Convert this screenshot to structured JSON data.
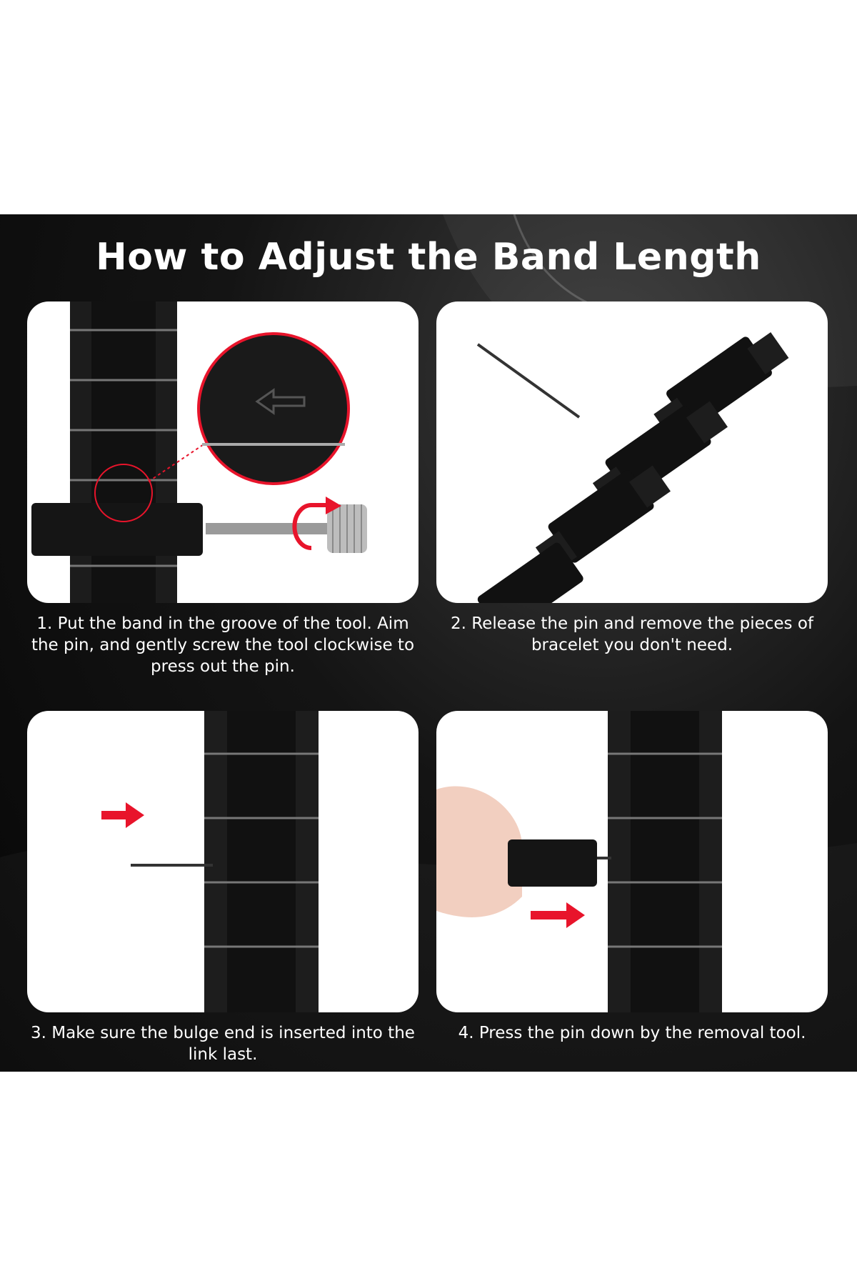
{
  "title": "How to Adjust the Band Length",
  "steps": [
    {
      "caption": "1. Put the band in the groove of the tool. Aim the pin, and gently screw the tool clockwise to press out the pin."
    },
    {
      "caption": "2. Release the pin and remove the pieces of bracelet you don't need."
    },
    {
      "caption": "3. Make sure the bulge end is inserted into the link last."
    },
    {
      "caption": "4. Press the pin down by the removal tool."
    }
  ],
  "colors": {
    "background": "#0b0b0b",
    "panel": "#ffffff",
    "accent_red": "#e8142b",
    "band": "#111111",
    "text": "#ffffff"
  },
  "icons": [
    "arrow-left-icon",
    "rotate-clockwise-icon",
    "arrow-right-icon"
  ]
}
